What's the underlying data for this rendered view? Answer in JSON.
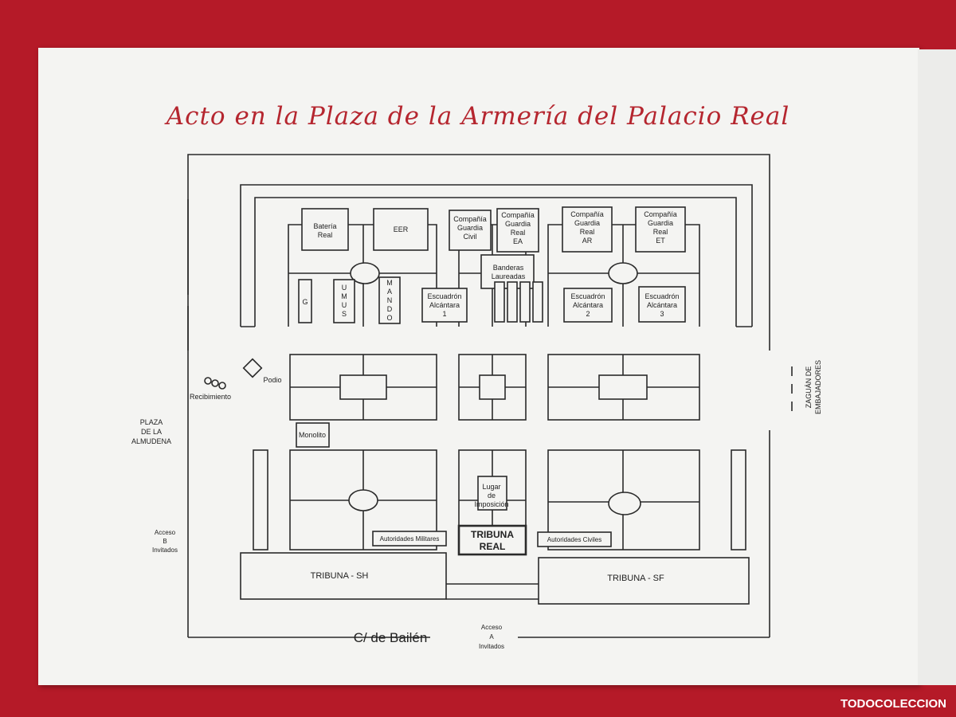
{
  "title": "Acto en la Plaza de la Armería del Palacio Real",
  "street": "C/ de Bailén",
  "units": {
    "bateria": [
      "Batería",
      "Real"
    ],
    "eer": "EER",
    "cgc": [
      "Compañía",
      "Guardia",
      "Civil"
    ],
    "cgrea": [
      "Compañía",
      "Guardia",
      "Real",
      "EA"
    ],
    "cgrar": [
      "Compañía",
      "Guardia",
      "Real",
      "AR"
    ],
    "cgret": [
      "Compañía",
      "Guardia",
      "Real",
      "ET"
    ],
    "g": "G",
    "umus": [
      "U",
      "M",
      "U",
      "S"
    ],
    "mando": [
      "M",
      "A",
      "N",
      "D",
      "O"
    ],
    "esc1": [
      "Escuadrón",
      "Alcántara",
      "1"
    ],
    "banderas": [
      "Banderas",
      "Laureadas"
    ],
    "esc2": [
      "Escuadrón",
      "Alcántara",
      "2"
    ],
    "esc3": [
      "Escuadrón",
      "Alcántara",
      "3"
    ]
  },
  "labels": {
    "podio": "Podio",
    "recibimiento": "Recibimiento",
    "plaza": [
      "PLAZA",
      "DE LA",
      "ALMUDENA"
    ],
    "monolito": "Monolito",
    "zaguan": [
      "ZAGUÁN DE",
      "EMBAJADORES"
    ],
    "lugar": [
      "Lugar",
      "de",
      "Imposición"
    ],
    "aut_mil": "Autoridades Militares",
    "aut_civ": "Autoridades Civiles",
    "tribuna_real": [
      "TRIBUNA",
      "REAL"
    ],
    "tribuna_sh": "TRIBUNA - SH",
    "tribuna_sf": "TRIBUNA - SF",
    "acceso_b": [
      "Acceso",
      "B",
      "Invitados"
    ],
    "acceso_a": [
      "Acceso",
      "A",
      "Invitados"
    ]
  },
  "watermark": "TODOCOLECCION"
}
